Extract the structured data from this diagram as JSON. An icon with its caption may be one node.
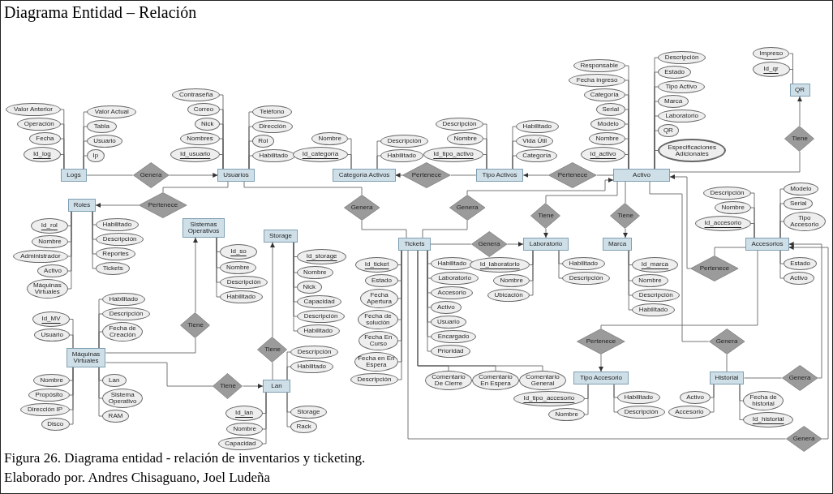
{
  "diagram": {
    "title": "Diagrama Entidad – Relación",
    "caption": "Figura 26. Diagrama entidad - relación de inventarios y ticketing.",
    "nodes": [
      {
        "text": [
          "Logs"
        ]
      },
      {
        "text": [
          "Id_log"
        ]
      },
      {
        "text": [
          "Fecha"
        ]
      },
      {
        "text": [
          "Operación"
        ]
      },
      {
        "text": [
          "Valor Anterior"
        ]
      },
      {
        "text": [
          "Valor Actual"
        ]
      },
      {
        "text": [
          "Tabla"
        ]
      },
      {
        "text": [
          "Usuario"
        ]
      },
      {
        "text": [
          "Ip"
        ]
      },
      {
        "text": [
          "Usuarios"
        ]
      },
      {
        "text": [
          "Id_usuario"
        ]
      },
      {
        "text": [
          "Nombres"
        ]
      },
      {
        "text": [
          "Nick"
        ]
      },
      {
        "text": [
          "Correo"
        ]
      },
      {
        "text": [
          "Contraseña"
        ]
      },
      {
        "text": [
          "Teléfono"
        ]
      },
      {
        "text": [
          "Dirección"
        ]
      },
      {
        "text": [
          "Rol"
        ]
      },
      {
        "text": [
          "Habilitado"
        ]
      },
      {
        "text": [
          "Genera"
        ]
      },
      {
        "text": [
          "Categoría Activos"
        ]
      },
      {
        "text": [
          "Id_categoría"
        ]
      },
      {
        "text": [
          "Nombre"
        ]
      },
      {
        "text": [
          "Descripción"
        ]
      },
      {
        "text": [
          "Habilitado"
        ]
      },
      {
        "text": [
          "Pertenece"
        ]
      },
      {
        "text": [
          "Tipo Activos"
        ]
      },
      {
        "text": [
          "Id_tipo_activo"
        ]
      },
      {
        "text": [
          "Nombre"
        ]
      },
      {
        "text": [
          "Descripción"
        ]
      },
      {
        "text": [
          "Habilitado"
        ]
      },
      {
        "text": [
          "Vida Útil"
        ]
      },
      {
        "text": [
          "Categoría"
        ]
      },
      {
        "text": [
          "Pertenece"
        ]
      },
      {
        "text": [
          "Activo"
        ]
      },
      {
        "text": [
          "Id_activo"
        ]
      },
      {
        "text": [
          "Nombre"
        ]
      },
      {
        "text": [
          "Modelo"
        ]
      },
      {
        "text": [
          "Serial"
        ]
      },
      {
        "text": [
          "Categoría"
        ]
      },
      {
        "text": [
          "Fecha ingreso"
        ]
      },
      {
        "text": [
          "Responsable"
        ]
      },
      {
        "text": [
          "Descripción"
        ]
      },
      {
        "text": [
          "Estado"
        ]
      },
      {
        "text": [
          "Tipo Activo"
        ]
      },
      {
        "text": [
          "Marca"
        ]
      },
      {
        "text": [
          "Laboratorio"
        ]
      },
      {
        "text": [
          "QR"
        ]
      },
      {
        "text": [
          "Especificaciones Adicionales"
        ]
      },
      {
        "text": [
          "QR"
        ]
      },
      {
        "text": [
          "Id_qr"
        ]
      },
      {
        "text": [
          "Impreso"
        ]
      },
      {
        "text": [
          "Tiene"
        ]
      },
      {
        "text": [
          "Roles"
        ]
      },
      {
        "text": [
          "Id_rol"
        ]
      },
      {
        "text": [
          "Nombre"
        ]
      },
      {
        "text": [
          "Administrador"
        ]
      },
      {
        "text": [
          "Activo"
        ]
      },
      {
        "text": [
          "Máquinas Virtuales"
        ]
      },
      {
        "text": [
          "Tickets"
        ]
      },
      {
        "text": [
          "Reportes"
        ]
      },
      {
        "text": [
          "Descripción"
        ]
      },
      {
        "text": [
          "Habilitado"
        ]
      },
      {
        "text": [
          "Pertenece"
        ]
      },
      {
        "text": [
          "Sistemas Operativos"
        ]
      },
      {
        "text": [
          "Id_so"
        ]
      },
      {
        "text": [
          "Nombre"
        ]
      },
      {
        "text": [
          "Descripción"
        ]
      },
      {
        "text": [
          "Habilitado"
        ]
      },
      {
        "text": [
          "Storage"
        ]
      },
      {
        "text": [
          "Id_storage"
        ]
      },
      {
        "text": [
          "Nombre"
        ]
      },
      {
        "text": [
          "Nick"
        ]
      },
      {
        "text": [
          "Capacidad"
        ]
      },
      {
        "text": [
          "Descripción"
        ]
      },
      {
        "text": [
          "Habilitado"
        ]
      },
      {
        "text": [
          "Máquinas Virtuales"
        ]
      },
      {
        "text": [
          "Id_MV"
        ]
      },
      {
        "text": [
          "Usuario"
        ]
      },
      {
        "text": [
          "Nombre"
        ]
      },
      {
        "text": [
          "Propósito"
        ]
      },
      {
        "text": [
          "Dirección IP"
        ]
      },
      {
        "text": [
          "Disco"
        ]
      },
      {
        "text": [
          "RAM"
        ]
      },
      {
        "text": [
          "Sistema Operativo"
        ]
      },
      {
        "text": [
          "Lan"
        ]
      },
      {
        "text": [
          "Fecha de Creación"
        ]
      },
      {
        "text": [
          "Descripción"
        ]
      },
      {
        "text": [
          "Habilitado"
        ]
      },
      {
        "text": [
          "Tiene"
        ]
      },
      {
        "text": [
          "Tiene"
        ]
      },
      {
        "text": [
          "Lan"
        ]
      },
      {
        "text": [
          "Id_lan"
        ]
      },
      {
        "text": [
          "Nombre"
        ]
      },
      {
        "text": [
          "Capacidad"
        ]
      },
      {
        "text": [
          "Rack"
        ]
      },
      {
        "text": [
          "Storage"
        ]
      },
      {
        "text": [
          "Descripción"
        ]
      },
      {
        "text": [
          "Habilitado"
        ]
      },
      {
        "text": [
          "Tiene"
        ]
      },
      {
        "text": [
          "Tickets"
        ]
      },
      {
        "text": [
          "Id_ticket"
        ]
      },
      {
        "text": [
          "Estado"
        ]
      },
      {
        "text": [
          "Fecha Apertura"
        ]
      },
      {
        "text": [
          "Fecha de solución"
        ]
      },
      {
        "text": [
          "Fecha En Curso"
        ]
      },
      {
        "text": [
          "Fecha en En Espera"
        ]
      },
      {
        "text": [
          "Descripción"
        ]
      },
      {
        "text": [
          "Comentario De Cierre"
        ]
      },
      {
        "text": [
          "Comentario En Espera"
        ]
      },
      {
        "text": [
          "Comentario General"
        ]
      },
      {
        "text": [
          "Prioridad"
        ]
      },
      {
        "text": [
          "Encargado"
        ]
      },
      {
        "text": [
          "Usuario"
        ]
      },
      {
        "text": [
          "Activo"
        ]
      },
      {
        "text": [
          "Accesorio"
        ]
      },
      {
        "text": [
          "Laboratorio"
        ]
      },
      {
        "text": [
          "Habilitado"
        ]
      },
      {
        "text": [
          "Genera"
        ]
      },
      {
        "text": [
          "Genera"
        ]
      },
      {
        "text": [
          "Genera"
        ]
      },
      {
        "text": [
          "Laboratorio"
        ]
      },
      {
        "text": [
          "Id_laboratorio"
        ]
      },
      {
        "text": [
          "Nombre"
        ]
      },
      {
        "text": [
          "Ubicación"
        ]
      },
      {
        "text": [
          "Descripción"
        ]
      },
      {
        "text": [
          "Habilitado"
        ]
      },
      {
        "text": [
          "Tiene"
        ]
      },
      {
        "text": [
          "Marca"
        ]
      },
      {
        "text": [
          "Id_marca"
        ]
      },
      {
        "text": [
          "Nombre"
        ]
      },
      {
        "text": [
          "Descripción"
        ]
      },
      {
        "text": [
          "Habilitado"
        ]
      },
      {
        "text": [
          "Tiene"
        ]
      },
      {
        "text": [
          "Genera"
        ]
      },
      {
        "text": [
          "Historial"
        ]
      },
      {
        "text": [
          "Id_historial"
        ]
      },
      {
        "text": [
          "Fecha de historial"
        ]
      },
      {
        "text": [
          "Activo"
        ]
      },
      {
        "text": [
          "Accesorio"
        ]
      },
      {
        "text": [
          "Genera"
        ]
      },
      {
        "text": [
          "Accesorios"
        ]
      },
      {
        "text": [
          "Id_accesorio"
        ]
      },
      {
        "text": [
          "Nombre"
        ]
      },
      {
        "text": [
          "Serial"
        ]
      },
      {
        "text": [
          "Modelo"
        ]
      },
      {
        "text": [
          "Descripción"
        ]
      },
      {
        "text": [
          "Activo"
        ]
      },
      {
        "text": [
          "Tipo Accesorio"
        ]
      },
      {
        "text": [
          "Estado"
        ]
      },
      {
        "text": [
          "Pertenece"
        ]
      },
      {
        "text": [
          "Genera"
        ]
      },
      {
        "text": [
          "Pertenece"
        ]
      },
      {
        "text": [
          "Tipo Accesorio"
        ]
      },
      {
        "text": [
          "Id_tipo_accesorio"
        ]
      },
      {
        "text": [
          "Habilitado"
        ]
      },
      {
        "text": [
          "Nombre"
        ]
      },
      {
        "text": [
          "Descripción"
        ]
      }
    ],
    "edges": [
      {
        "from": 0,
        "to": 19,
        "arrow": "none"
      },
      {
        "from": 19,
        "to": 9,
        "arrow": "to"
      },
      {
        "from": 9,
        "to": 63,
        "arrow": "none"
      },
      {
        "from": 63,
        "to": 53,
        "arrow": "to"
      },
      {
        "from": 9,
        "to": 118,
        "arrow": "none"
      },
      {
        "from": 118,
        "to": 100,
        "arrow": "none"
      },
      {
        "from": 119,
        "to": 100,
        "arrow": "none"
      },
      {
        "from": 119,
        "to": 34,
        "arrow": "to"
      },
      {
        "from": 26,
        "to": 25,
        "arrow": "none"
      },
      {
        "from": 25,
        "to": 20,
        "arrow": "to"
      },
      {
        "from": 34,
        "to": 33,
        "arrow": "none"
      },
      {
        "from": 33,
        "to": 26,
        "arrow": "to"
      },
      {
        "from": 34,
        "to": 52,
        "arrow": "none"
      },
      {
        "from": 52,
        "to": 49,
        "arrow": "to"
      },
      {
        "from": 100,
        "to": 120,
        "arrow": "none"
      },
      {
        "from": 120,
        "to": 121,
        "arrow": "to"
      },
      {
        "from": 34,
        "to": 127,
        "arrow": "none"
      },
      {
        "from": 127,
        "to": 121,
        "arrow": "to"
      },
      {
        "from": 34,
        "to": 133,
        "arrow": "none"
      },
      {
        "from": 133,
        "to": 128,
        "arrow": "to"
      },
      {
        "from": 34,
        "to": 134,
        "arrow": "none"
      },
      {
        "from": 134,
        "to": 135,
        "arrow": "none"
      },
      {
        "from": 135,
        "to": 140,
        "arrow": "none"
      },
      {
        "from": 140,
        "to": 141,
        "arrow": "to"
      },
      {
        "from": 100,
        "to": 151,
        "arrow": "none"
      },
      {
        "from": 151,
        "to": 141,
        "arrow": "to"
      },
      {
        "from": 141,
        "to": 150,
        "arrow": "none"
      },
      {
        "from": 150,
        "to": 34,
        "arrow": "to"
      },
      {
        "from": 141,
        "to": 152,
        "arrow": "none"
      },
      {
        "from": 152,
        "to": 153,
        "arrow": "to"
      },
      {
        "from": 76,
        "to": 89,
        "arrow": "none"
      },
      {
        "from": 89,
        "to": 64,
        "arrow": "to"
      },
      {
        "from": 76,
        "to": 90,
        "arrow": "none"
      },
      {
        "from": 90,
        "to": 91,
        "arrow": "to"
      },
      {
        "from": 91,
        "to": 99,
        "arrow": "none"
      },
      {
        "from": 99,
        "to": 69,
        "arrow": "to"
      },
      {
        "from": 0,
        "to": 1,
        "arrow": "none"
      },
      {
        "from": 0,
        "to": 2,
        "arrow": "none"
      },
      {
        "from": 0,
        "to": 3,
        "arrow": "none"
      },
      {
        "from": 0,
        "to": 4,
        "arrow": "none"
      },
      {
        "from": 0,
        "to": 5,
        "arrow": "none"
      },
      {
        "from": 0,
        "to": 6,
        "arrow": "none"
      },
      {
        "from": 0,
        "to": 7,
        "arrow": "none"
      },
      {
        "from": 0,
        "to": 8,
        "arrow": "none"
      },
      {
        "from": 9,
        "to": 10,
        "arrow": "none"
      },
      {
        "from": 9,
        "to": 11,
        "arrow": "none"
      },
      {
        "from": 9,
        "to": 12,
        "arrow": "none"
      },
      {
        "from": 9,
        "to": 13,
        "arrow": "none"
      },
      {
        "from": 9,
        "to": 14,
        "arrow": "none"
      },
      {
        "from": 9,
        "to": 15,
        "arrow": "none"
      },
      {
        "from": 9,
        "to": 16,
        "arrow": "none"
      },
      {
        "from": 9,
        "to": 17,
        "arrow": "none"
      },
      {
        "from": 9,
        "to": 18,
        "arrow": "none"
      },
      {
        "from": 20,
        "to": 21,
        "arrow": "none"
      },
      {
        "from": 20,
        "to": 22,
        "arrow": "none"
      },
      {
        "from": 20,
        "to": 23,
        "arrow": "none"
      },
      {
        "from": 20,
        "to": 24,
        "arrow": "none"
      },
      {
        "from": 26,
        "to": 27,
        "arrow": "none"
      },
      {
        "from": 26,
        "to": 28,
        "arrow": "none"
      },
      {
        "from": 26,
        "to": 29,
        "arrow": "none"
      },
      {
        "from": 26,
        "to": 30,
        "arrow": "none"
      },
      {
        "from": 26,
        "to": 31,
        "arrow": "none"
      },
      {
        "from": 26,
        "to": 32,
        "arrow": "none"
      },
      {
        "from": 34,
        "to": 35,
        "arrow": "none"
      },
      {
        "from": 34,
        "to": 36,
        "arrow": "none"
      },
      {
        "from": 34,
        "to": 37,
        "arrow": "none"
      },
      {
        "from": 34,
        "to": 38,
        "arrow": "none"
      },
      {
        "from": 34,
        "to": 39,
        "arrow": "none"
      },
      {
        "from": 34,
        "to": 40,
        "arrow": "none"
      },
      {
        "from": 34,
        "to": 41,
        "arrow": "none"
      },
      {
        "from": 34,
        "to": 42,
        "arrow": "none"
      },
      {
        "from": 34,
        "to": 43,
        "arrow": "none"
      },
      {
        "from": 34,
        "to": 44,
        "arrow": "none"
      },
      {
        "from": 34,
        "to": 45,
        "arrow": "none"
      },
      {
        "from": 34,
        "to": 46,
        "arrow": "none"
      },
      {
        "from": 34,
        "to": 47,
        "arrow": "none"
      },
      {
        "from": 34,
        "to": 48,
        "arrow": "none"
      },
      {
        "from": 49,
        "to": 50,
        "arrow": "none"
      },
      {
        "from": 49,
        "to": 51,
        "arrow": "none"
      },
      {
        "from": 53,
        "to": 54,
        "arrow": "none"
      },
      {
        "from": 53,
        "to": 55,
        "arrow": "none"
      },
      {
        "from": 53,
        "to": 56,
        "arrow": "none"
      },
      {
        "from": 53,
        "to": 57,
        "arrow": "none"
      },
      {
        "from": 53,
        "to": 58,
        "arrow": "none"
      },
      {
        "from": 53,
        "to": 59,
        "arrow": "none"
      },
      {
        "from": 53,
        "to": 60,
        "arrow": "none"
      },
      {
        "from": 53,
        "to": 61,
        "arrow": "none"
      },
      {
        "from": 53,
        "to": 62,
        "arrow": "none"
      },
      {
        "from": 64,
        "to": 65,
        "arrow": "none"
      },
      {
        "from": 64,
        "to": 66,
        "arrow": "none"
      },
      {
        "from": 64,
        "to": 67,
        "arrow": "none"
      },
      {
        "from": 64,
        "to": 68,
        "arrow": "none"
      },
      {
        "from": 69,
        "to": 70,
        "arrow": "none"
      },
      {
        "from": 69,
        "to": 71,
        "arrow": "none"
      },
      {
        "from": 69,
        "to": 72,
        "arrow": "none"
      },
      {
        "from": 69,
        "to": 73,
        "arrow": "none"
      },
      {
        "from": 69,
        "to": 74,
        "arrow": "none"
      },
      {
        "from": 69,
        "to": 75,
        "arrow": "none"
      },
      {
        "from": 76,
        "to": 77,
        "arrow": "none"
      },
      {
        "from": 76,
        "to": 78,
        "arrow": "none"
      },
      {
        "from": 76,
        "to": 79,
        "arrow": "none"
      },
      {
        "from": 76,
        "to": 80,
        "arrow": "none"
      },
      {
        "from": 76,
        "to": 81,
        "arrow": "none"
      },
      {
        "from": 76,
        "to": 82,
        "arrow": "none"
      },
      {
        "from": 76,
        "to": 83,
        "arrow": "none"
      },
      {
        "from": 76,
        "to": 84,
        "arrow": "none"
      },
      {
        "from": 76,
        "to": 85,
        "arrow": "none"
      },
      {
        "from": 76,
        "to": 86,
        "arrow": "none"
      },
      {
        "from": 76,
        "to": 87,
        "arrow": "none"
      },
      {
        "from": 76,
        "to": 88,
        "arrow": "none"
      },
      {
        "from": 91,
        "to": 92,
        "arrow": "none"
      },
      {
        "from": 91,
        "to": 93,
        "arrow": "none"
      },
      {
        "from": 91,
        "to": 94,
        "arrow": "none"
      },
      {
        "from": 91,
        "to": 95,
        "arrow": "none"
      },
      {
        "from": 91,
        "to": 96,
        "arrow": "none"
      },
      {
        "from": 91,
        "to": 97,
        "arrow": "none"
      },
      {
        "from": 91,
        "to": 98,
        "arrow": "none"
      },
      {
        "from": 100,
        "to": 101,
        "arrow": "none"
      },
      {
        "from": 100,
        "to": 102,
        "arrow": "none"
      },
      {
        "from": 100,
        "to": 103,
        "arrow": "none"
      },
      {
        "from": 100,
        "to": 104,
        "arrow": "none"
      },
      {
        "from": 100,
        "to": 105,
        "arrow": "none"
      },
      {
        "from": 100,
        "to": 106,
        "arrow": "none"
      },
      {
        "from": 100,
        "to": 107,
        "arrow": "none"
      },
      {
        "from": 100,
        "to": 108,
        "arrow": "none"
      },
      {
        "from": 100,
        "to": 109,
        "arrow": "none"
      },
      {
        "from": 100,
        "to": 110,
        "arrow": "none"
      },
      {
        "from": 100,
        "to": 111,
        "arrow": "none"
      },
      {
        "from": 100,
        "to": 112,
        "arrow": "none"
      },
      {
        "from": 100,
        "to": 113,
        "arrow": "none"
      },
      {
        "from": 100,
        "to": 114,
        "arrow": "none"
      },
      {
        "from": 100,
        "to": 115,
        "arrow": "none"
      },
      {
        "from": 100,
        "to": 116,
        "arrow": "none"
      },
      {
        "from": 100,
        "to": 117,
        "arrow": "none"
      },
      {
        "from": 121,
        "to": 122,
        "arrow": "none"
      },
      {
        "from": 121,
        "to": 123,
        "arrow": "none"
      },
      {
        "from": 121,
        "to": 124,
        "arrow": "none"
      },
      {
        "from": 121,
        "to": 125,
        "arrow": "none"
      },
      {
        "from": 121,
        "to": 126,
        "arrow": "none"
      },
      {
        "from": 128,
        "to": 129,
        "arrow": "none"
      },
      {
        "from": 128,
        "to": 130,
        "arrow": "none"
      },
      {
        "from": 128,
        "to": 131,
        "arrow": "none"
      },
      {
        "from": 128,
        "to": 132,
        "arrow": "none"
      },
      {
        "from": 135,
        "to": 136,
        "arrow": "none"
      },
      {
        "from": 135,
        "to": 137,
        "arrow": "none"
      },
      {
        "from": 135,
        "to": 138,
        "arrow": "none"
      },
      {
        "from": 135,
        "to": 139,
        "arrow": "none"
      },
      {
        "from": 141,
        "to": 142,
        "arrow": "none"
      },
      {
        "from": 141,
        "to": 143,
        "arrow": "none"
      },
      {
        "from": 141,
        "to": 144,
        "arrow": "none"
      },
      {
        "from": 141,
        "to": 145,
        "arrow": "none"
      },
      {
        "from": 141,
        "to": 146,
        "arrow": "none"
      },
      {
        "from": 141,
        "to": 147,
        "arrow": "none"
      },
      {
        "from": 141,
        "to": 148,
        "arrow": "none"
      },
      {
        "from": 141,
        "to": 149,
        "arrow": "none"
      },
      {
        "from": 153,
        "to": 154,
        "arrow": "none"
      },
      {
        "from": 153,
        "to": 155,
        "arrow": "none"
      },
      {
        "from": 153,
        "to": 156,
        "arrow": "none"
      },
      {
        "from": 153,
        "to": 157,
        "arrow": "none"
      }
    ],
    "labels": [
      "Elaborado por. Andres Chisaguano, Joel Ludeña"
    ]
  }
}
